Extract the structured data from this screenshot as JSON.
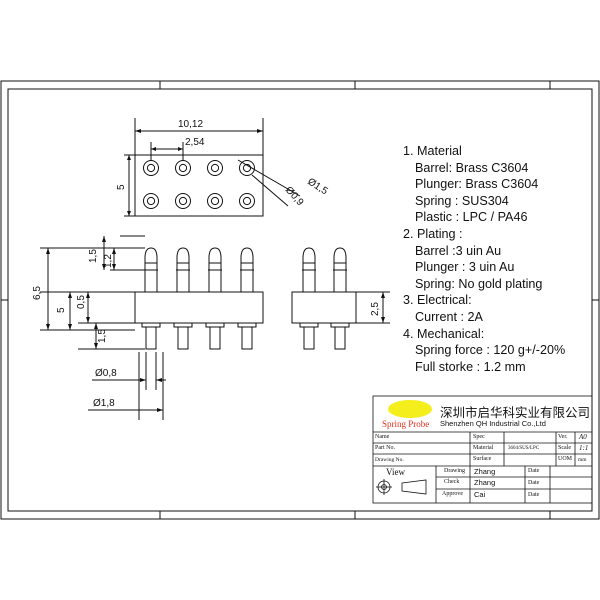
{
  "dimensions": {
    "top_width": "10,12",
    "pitch": "2,54",
    "top_height": "5",
    "hole_outer": "Ø1,5",
    "hole_inner": "Ø0,9",
    "tip_len": "1,5",
    "tip_head": "1,2",
    "overall_height": "6,5",
    "body_height": "5",
    "body_mid": "0,5",
    "bottom_pin": "1,5",
    "pin_dia": "Ø0,8",
    "plunger_dia": "Ø1,8",
    "side_height": "2,5"
  },
  "specs": {
    "s1_title": "1. Material",
    "s1_a": "Barrel: Brass C3604",
    "s1_b": "Plunger: Brass C3604",
    "s1_c": "Spring : SUS304",
    "s1_d": "Plastic : LPC / PA46",
    "s2_title": "2. Plating :",
    "s2_a": "Barrel :3 uin Au",
    "s2_b": "Plunger : 3 uin Au",
    "s2_c": "Spring: No gold plating",
    "s3_title": "3. Electrical:",
    "s3_a": "Current : 2A",
    "s4_title": "4. Mechanical:",
    "s4_a": "Spring force : 120 g+/-20%",
    "s4_b": "Full storke : 1.2 mm"
  },
  "title_block": {
    "company_cn": "深圳市启华科实业有限公司",
    "company_en": "Shenzhen QH Industrial Co.,Ltd",
    "logo_text": "Spring Probe",
    "name_label": "Name",
    "spec_label": "Spec",
    "ver_label": "Ver.",
    "ver_value": "A0",
    "partno_label": "Part No.",
    "material_label": "Material",
    "material_value": "3604/SUS/LPC",
    "scale_label": "Scale",
    "scale_value": "1:1",
    "drawingno_label": "Drawing No.",
    "surface_label": "Surface",
    "unit_label": "UOM",
    "unit_value": "mm",
    "view_label": "View",
    "drawing_label": "Drawing",
    "drawing_name": "Zhang",
    "check_label": "Check",
    "check_name": "Zhang",
    "approve_label": "Approve",
    "approve_name": "Cai",
    "date_label": "Date"
  },
  "colors": {
    "ink": "#111111",
    "logo_highlight": "#f4ee1c",
    "logo_text": "#e0301e"
  }
}
